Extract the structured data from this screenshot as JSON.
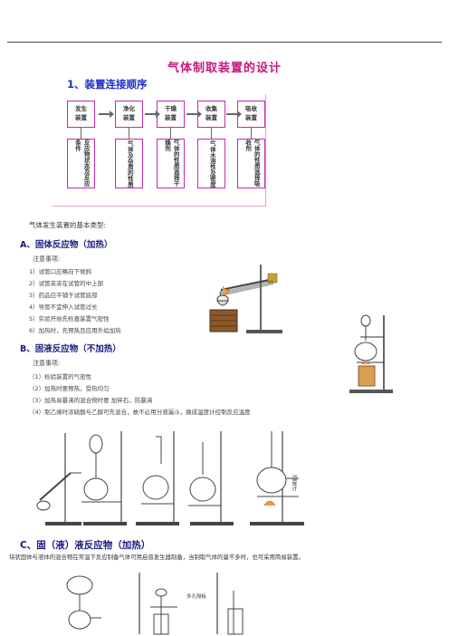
{
  "title": "气体制取装置的设计",
  "subtitle": "1、装置连接顺序",
  "flow": {
    "heads": [
      "发生装置",
      "净化装置",
      "干燥装置",
      "收集装置",
      "吸收装置"
    ],
    "subs": [
      "反应物状态及反应条件",
      "气体及杂质的性质",
      "气体的性质选择干燥剂",
      "气体水溶性及密度",
      "气体的性质选择吸收剂"
    ]
  },
  "basic_types_label": "气体发生装置的基本类型:",
  "section_a": {
    "heading": "A、固体反应物（加热）",
    "notes_title": "注意事项:",
    "notes": [
      "1）试管口应略向下倾斜",
      "2）试管夹夹在试管的中上部",
      "3）药品应平铺于试管底部",
      "4）导管不宜伸入试管过长",
      "5）实验开始先检查装置气密性",
      "6）加热时，先预热且应用外焰加热"
    ]
  },
  "section_b": {
    "heading": "B、固液反应物（不加热）",
    "notes_title": "注意事项:",
    "notes": [
      "（1）检验装置的气密性",
      "（2）加热时要预热，受热均匀",
      "（3）加热易暴沸的混合物时要      加碎石，防暴沸",
      "（4）制乙烯时浓硫酸与乙醇可先混合，故不必用分液漏斗，换成温度计控制反应温度"
    ]
  },
  "section_c": {
    "heading": "C、固（液）液反应物（加热）",
    "text": "块状固体与液体的混合物在常温下反应制备气体可用启普发生器制备，当制取气体的量不多时，也可采用简易装置。"
  },
  "diagram_labels": {
    "thermometer": "温度计",
    "porous_plate": "多孔隔板"
  }
}
